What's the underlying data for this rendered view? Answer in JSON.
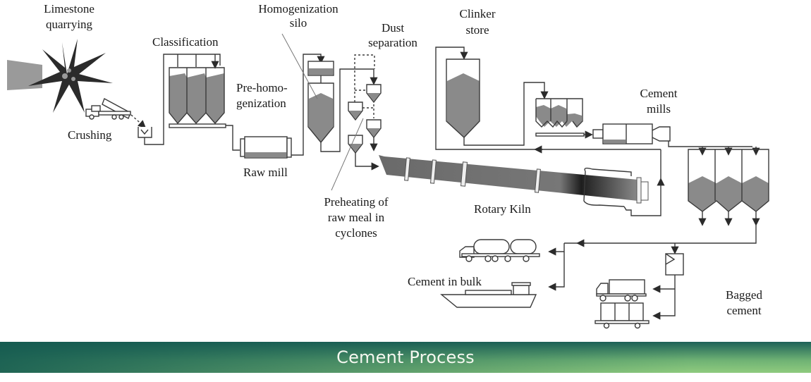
{
  "diagram": {
    "title": "Cement Process",
    "labels": {
      "limestone_line1": "Limestone",
      "limestone_line2": "quarrying",
      "classification": "Classification",
      "crushing": "Crushing",
      "homog_line1": "Homogenization",
      "homog_line2": "silo",
      "prehomog_line1": "Pre-homo-",
      "prehomog_line2": "genization",
      "dust_line1": "Dust",
      "dust_line2": "separation",
      "raw_mill": "Raw mill",
      "preheat_line1": "Preheating of",
      "preheat_line2": "raw meal in",
      "preheat_line3": "cyclones",
      "clinker_line1": "Clinker",
      "clinker_line2": "store",
      "cement_mills_line1": "Cement",
      "cement_mills_line2": "mills",
      "rotary_kiln": "Rotary Kiln",
      "bulk": "Cement in bulk",
      "bagged_line1": "Bagged",
      "bagged_line2": "cement"
    },
    "colors": {
      "banner_dark": "#1d6157",
      "banner_light": "#8fcb7e",
      "banner_text": "#f4f7ef",
      "material_fill": "#8a8a8a",
      "line": "#3a3a3a"
    }
  }
}
